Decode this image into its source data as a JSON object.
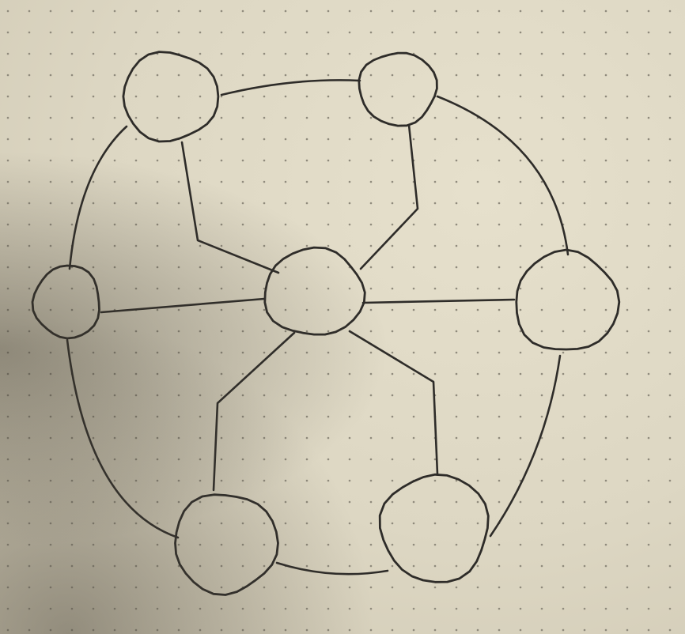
{
  "diagram": {
    "kind": "hand-drawn network graph on dot-grid paper",
    "colors": {
      "paper": "#ddd7c3",
      "ink": "#2e2c29",
      "dot": "#8f8a7c"
    },
    "node_count": 7,
    "nodes": [
      {
        "id": "center"
      },
      {
        "id": "top-left"
      },
      {
        "id": "top-right"
      },
      {
        "id": "left"
      },
      {
        "id": "right"
      },
      {
        "id": "bottom-left"
      },
      {
        "id": "bottom-right"
      }
    ],
    "edges": [
      {
        "from": "center",
        "to": "top-left"
      },
      {
        "from": "center",
        "to": "top-right"
      },
      {
        "from": "center",
        "to": "left"
      },
      {
        "from": "center",
        "to": "right"
      },
      {
        "from": "center",
        "to": "bottom-left"
      },
      {
        "from": "center",
        "to": "bottom-right"
      },
      {
        "from": "top-left",
        "to": "top-right"
      },
      {
        "from": "top-right",
        "to": "right"
      },
      {
        "from": "right",
        "to": "bottom-right"
      },
      {
        "from": "bottom-right",
        "to": "bottom-left"
      },
      {
        "from": "bottom-left",
        "to": "left"
      },
      {
        "from": "left",
        "to": "top-left"
      }
    ]
  }
}
